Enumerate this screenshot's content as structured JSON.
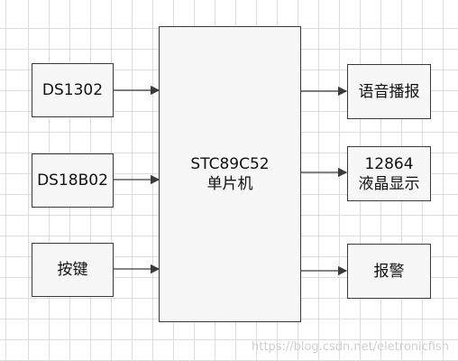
{
  "diagram": {
    "left_blocks": [
      {
        "label": "DS1302"
      },
      {
        "label": "DS18B02"
      },
      {
        "label": "按键"
      }
    ],
    "center_block": {
      "line1": "STC89C52",
      "line2": "单片机"
    },
    "right_blocks": [
      {
        "line1": "语音播报",
        "line2": ""
      },
      {
        "line1": "12864",
        "line2": "液晶显示"
      },
      {
        "line1": "报警",
        "line2": ""
      }
    ],
    "colors": {
      "border": "#3a3a3a",
      "box_fill": "#f7f7f7",
      "grid": "#dcdcdc"
    }
  },
  "watermark": "https://blog.csdn.net/eletronicfish"
}
